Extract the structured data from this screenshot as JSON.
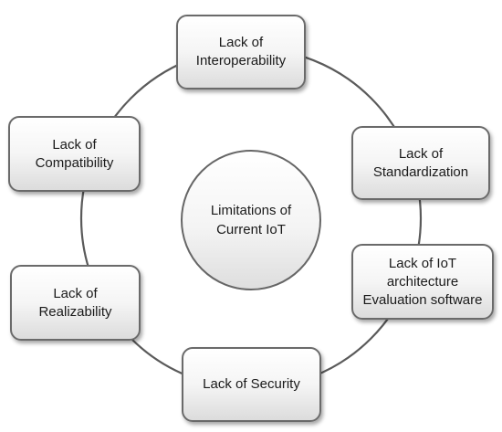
{
  "diagram": {
    "center": {
      "label": "Limitations of\nCurrent IoT"
    },
    "nodes": [
      {
        "id": "interoperability",
        "label": "Lack of\nInteroperability"
      },
      {
        "id": "standardization",
        "label": "Lack of\nStandardization"
      },
      {
        "id": "iot-architecture",
        "label": "Lack of  IoT\narchitecture\nEvaluation software"
      },
      {
        "id": "security",
        "label": "Lack of Security"
      },
      {
        "id": "realizability",
        "label": "Lack of Realizability"
      },
      {
        "id": "compatibility",
        "label": "Lack of\nCompatibility"
      }
    ],
    "colors": {
      "ring_stroke": "#5a5a5a",
      "box_border": "#6a6a6a",
      "box_fill_top": "#ffffff",
      "box_fill_bottom": "#dcdcdc"
    }
  }
}
